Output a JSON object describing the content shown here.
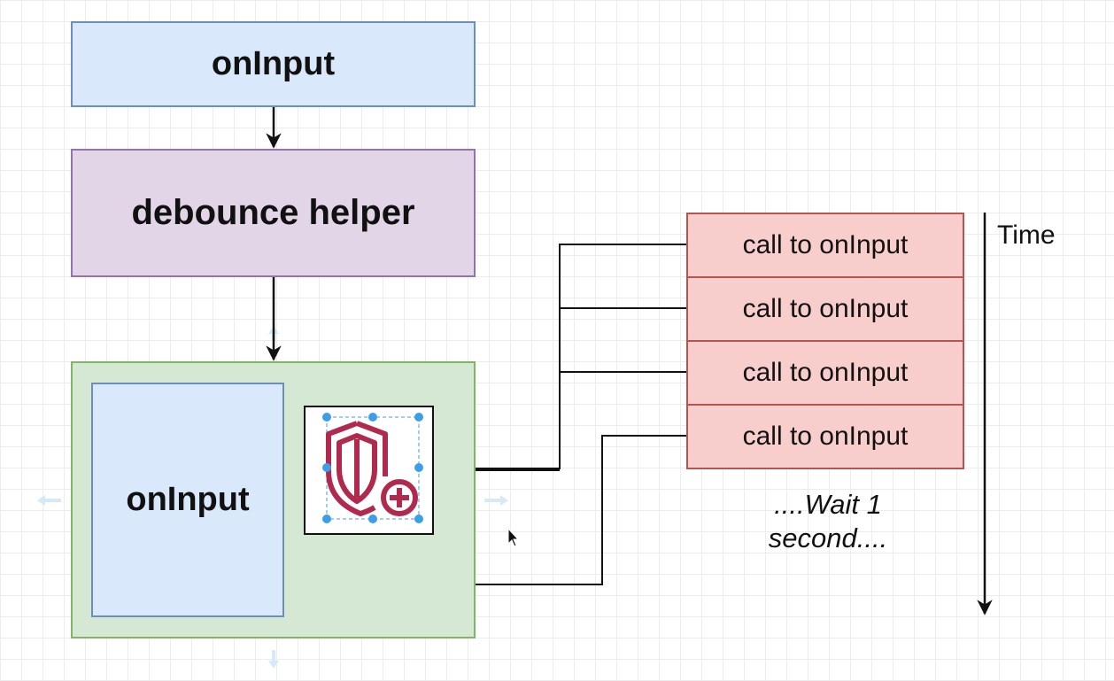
{
  "diagram": {
    "top_box": {
      "label": "onInput"
    },
    "debounce_box": {
      "label": "debounce helper"
    },
    "container": {
      "inner_box": {
        "label": "onInput"
      },
      "icon": "shield-plus-icon"
    },
    "calls": [
      {
        "label": "call to onInput"
      },
      {
        "label": "call to onInput"
      },
      {
        "label": "call to onInput"
      },
      {
        "label": "call to onInput"
      }
    ],
    "wait_text": "....Wait 1 second....",
    "time_label": "Time",
    "colors": {
      "blue_fill": "#dae8fc",
      "purple_fill": "#e1d5e7",
      "green_fill": "#d5e8d4",
      "red_fill": "#f8cecc",
      "icon": "#b02a4e",
      "selection_handle": "#3d9ee8"
    }
  }
}
